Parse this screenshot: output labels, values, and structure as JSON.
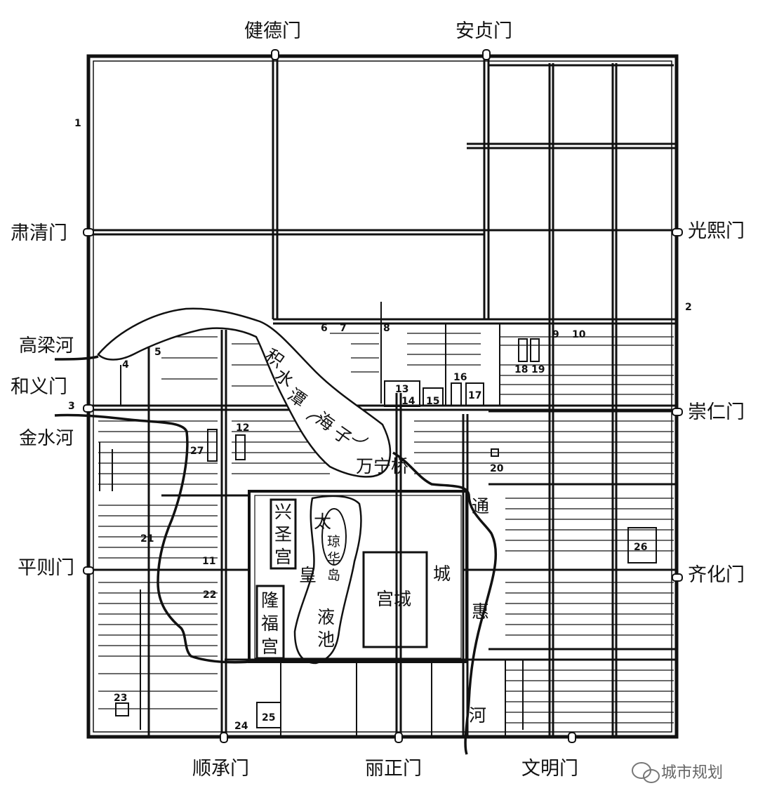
{
  "gates": {
    "north_west": "健德门",
    "north_east": "安贞门",
    "west_north": "肃清门",
    "west_middle": "和义门",
    "west_south": "平则门",
    "east_north": "光熙门",
    "east_middle": "崇仁门",
    "east_south": "齐化门",
    "south_west": "顺承门",
    "south_middle": "丽正门",
    "south_east": "文明门"
  },
  "rivers": {
    "gaoliang": "高梁河",
    "jinshui": "金水河"
  },
  "waters": {
    "jishuitan_chars": [
      "积",
      "水",
      "潭",
      "（",
      "海",
      "子",
      "）"
    ],
    "taiye_chars": [
      "太",
      "液",
      "池"
    ],
    "tonghui_chars": [
      "通",
      "惠",
      "河"
    ],
    "huangcheng_chars": [
      "皇",
      "城"
    ]
  },
  "places": {
    "wanning_bridge": "万宁桥",
    "xingsheng_palace": [
      "兴",
      "圣",
      "宫"
    ],
    "longfu_palace": [
      "隆",
      "福",
      "宫"
    ],
    "gongcheng": "宫城",
    "qionghua_island": [
      "琼",
      "华",
      "岛"
    ]
  },
  "markers": [
    "1",
    "2",
    "3",
    "4",
    "5",
    "6",
    "7",
    "8",
    "9",
    "10",
    "11",
    "12",
    "13",
    "14",
    "15",
    "16",
    "17",
    "18",
    "19",
    "20",
    "21",
    "22",
    "23",
    "24",
    "25",
    "26",
    "27"
  ],
  "watermark": {
    "text": "城市规划",
    "icon": "wechat-icon"
  },
  "colors": {
    "ink": "#111111",
    "paper": "#ffffff",
    "watermark": "#666666"
  }
}
